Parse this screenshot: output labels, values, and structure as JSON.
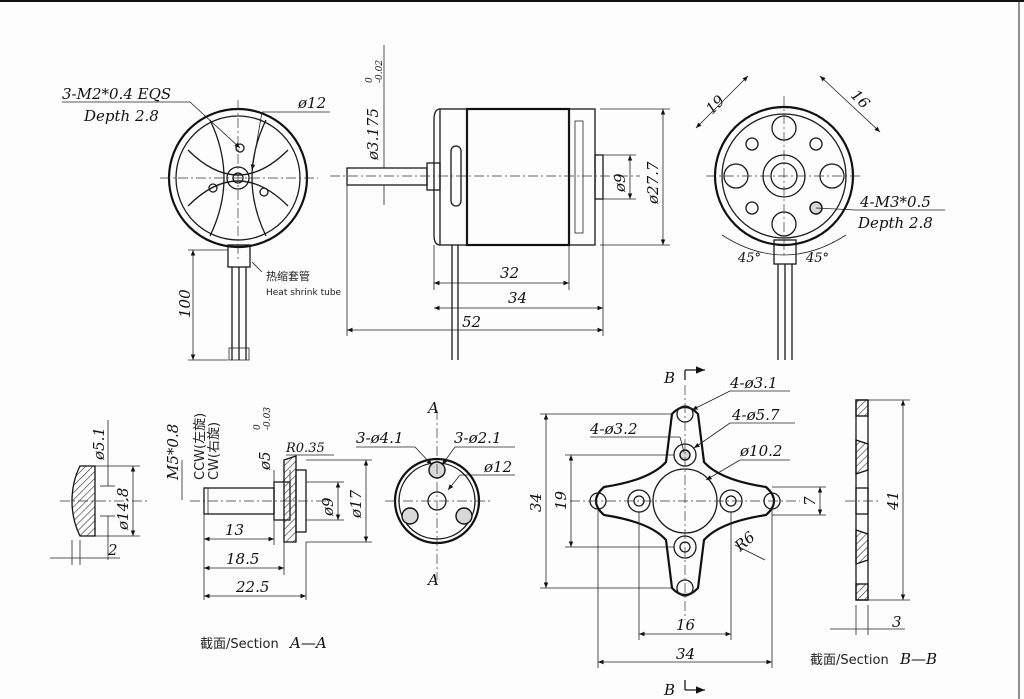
{
  "labels": {
    "thread_front": "3-M2*0.4 EQS",
    "depth_front": "Depth 2.8",
    "dia_front": "ø12",
    "tube_cn": "热缩套管",
    "tube_en": "Heat shrink tube",
    "len_lead": "100",
    "shaft_dia": "ø3.175",
    "shaft_tol_up": "0",
    "shaft_tol_dn": "-0.02",
    "dia_9_side": "ø9",
    "dia_body": "ø27.7",
    "len_32": "32",
    "len_34": "34",
    "len_52": "52",
    "dim_19": "19",
    "dim_16": "16",
    "thread_back": "4-M3*0.5",
    "depth_back": "Depth 2.8",
    "angle_l": "45°",
    "angle_r": "45°",
    "dia_5_1": "ø5.1",
    "dia_14_8": "ø14.8",
    "dim_2": "2",
    "thread_m5": "M5*0.8",
    "ccw": "CCW(左旋)",
    "cw": "CW(右旋)",
    "shaft5": "ø5",
    "shaft5_up": "0",
    "shaft5_dn": "-0.03",
    "r035": "R0.35",
    "dia_9_adapter": "ø9",
    "dia_17": "ø17",
    "len_13": "13",
    "len_18_5": "18.5",
    "len_22_5": "22.5",
    "sec_aa_cn": "截面/Section",
    "sec_aa": "A—A",
    "a_top": "A",
    "a_bot": "A",
    "holes_41": "3-ø4.1",
    "holes_21": "3-ø2.1",
    "dia_12_plate": "ø12",
    "b_top": "B",
    "b_bot": "B",
    "h31": "4-ø3.1",
    "h57": "4-ø5.7",
    "h32": "4-ø3.2",
    "d102": "ø10.2",
    "mount_34v": "34",
    "mount_19": "19",
    "mount_7": "7",
    "mount_r6": "R6",
    "mount_16": "16",
    "mount_34h": "34",
    "sec_bb_cn": "截面/Section",
    "sec_bb": "B—B",
    "bb_41": "41",
    "bb_3": "3"
  }
}
